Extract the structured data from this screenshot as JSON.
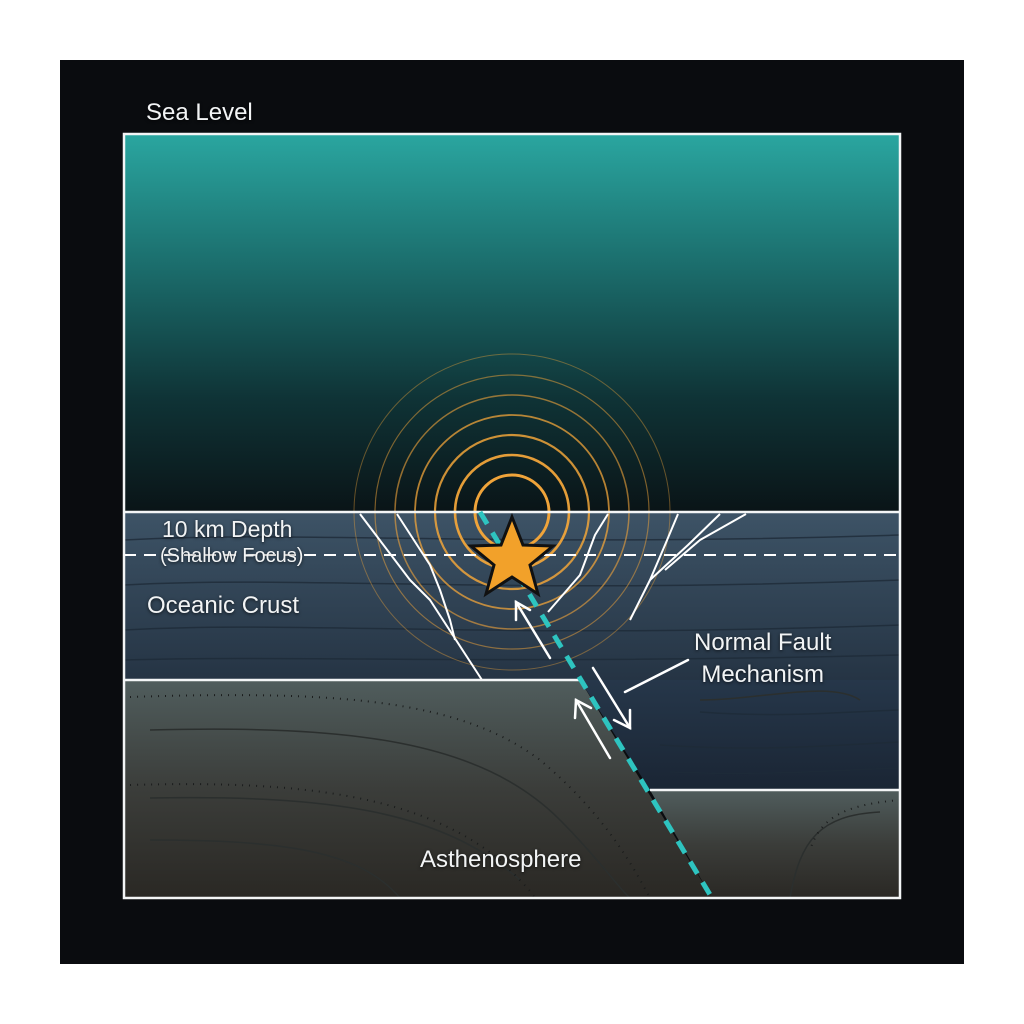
{
  "diagram": {
    "labels": {
      "sea_level": "Sea Level",
      "depth": "10 km Depth",
      "depth_note": "(Shallow Focus)",
      "crust": "Oceanic Crust",
      "fault_line1": "Normal Fault",
      "fault_line2": "Mechanism",
      "asthenosphere": "Asthenosphere"
    },
    "layers": [
      {
        "name": "Ocean water",
        "top_color": "#2aa6a0",
        "bottom_color": "#0a1518"
      },
      {
        "name": "Oceanic Crust",
        "color": "#33475a"
      },
      {
        "name": "Hanging wall block",
        "color": "#223040"
      },
      {
        "name": "Asthenosphere",
        "top_color": "#4f5c5c",
        "bottom_color": "#2c2a26"
      }
    ],
    "focus_marker": {
      "shape": "star",
      "color": "#f2a12a",
      "depth_km": 10
    },
    "seismic_wave_rings": 7,
    "fault_line_color": "#2ec4c0",
    "wave_color": "#f0a43a"
  }
}
